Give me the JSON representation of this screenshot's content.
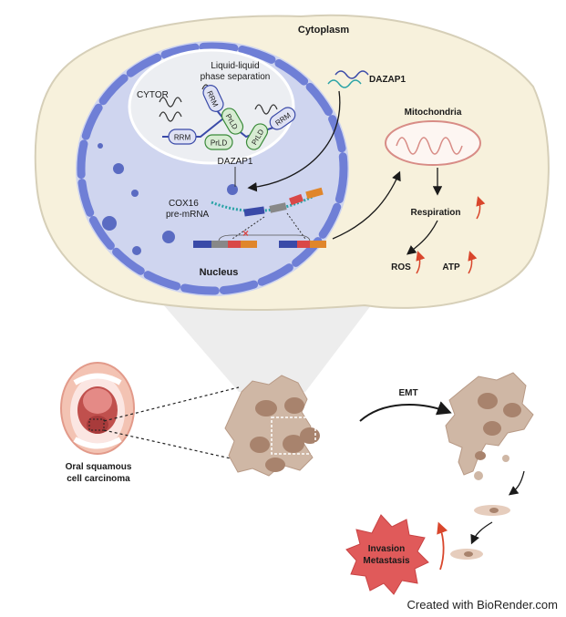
{
  "labels": {
    "cytoplasm": "Cytoplasm",
    "llps_line1": "Liquid-liquid",
    "llps_line2": "phase separation",
    "cytor": "CYTOR",
    "rrm": "RRM",
    "prld": "PrLD",
    "dazap1_inner": "DAZAP1",
    "dazap1_outer": "DAZAP1",
    "cox16_line1": "COX16",
    "cox16_line2": "pre-mRNA",
    "nucleus": "Nucleus",
    "mitochondria": "Mitochondria",
    "respiration": "Respiration",
    "ros": "ROS",
    "atp": "ATP",
    "oscc_line1": "Oral squamous",
    "oscc_line2": "cell carcinoma",
    "emt": "EMT",
    "invasion": "Invasion",
    "metastasis": "Metastasis",
    "credit": "Created with BioRender.com"
  },
  "colors": {
    "cytoplasm_fill": "#f7f1dc",
    "cytoplasm_stroke": "#d6cfb8",
    "nucleus_fill": "#cfd5ef",
    "nuclear_envelope": "#6f7fd6",
    "llps_fill": "#eceef2",
    "dark_blue": "#3a4aa8",
    "teal": "#2aa3a6",
    "orange": "#e0862b",
    "red": "#d94848",
    "mito_stroke": "#d88c86",
    "cell_tan": "#c9ad9a",
    "star_red": "#e05a5a",
    "arrow_red": "#d9462c"
  }
}
